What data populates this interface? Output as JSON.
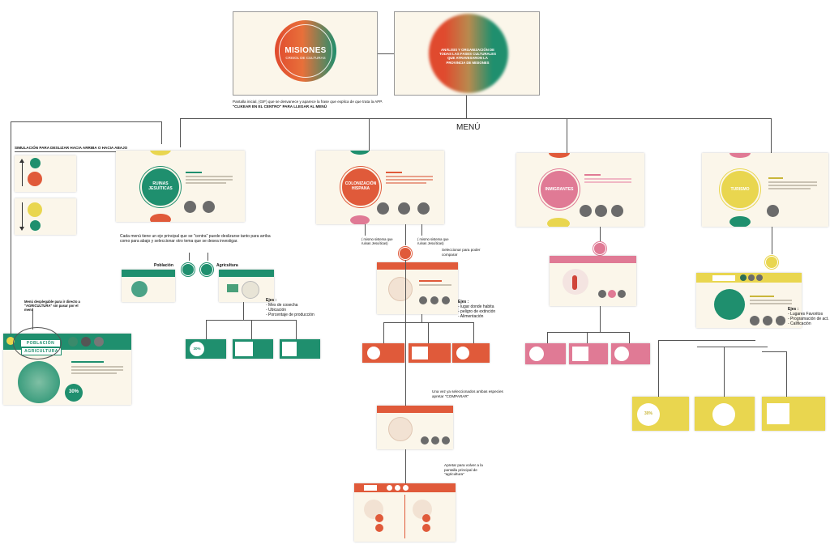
{
  "splash": {
    "title": "MISIONES",
    "subtitle": "CRISOL DE CULTURAS",
    "analysis_text": "ANÁLISIS Y ORGANIZACIÓN DE TODAS LAS FASES CULTURALES QUE ATRAVESARON LA PROVINCIA DE MISIONES",
    "caption_line1": "Pantalla inicial, (GIF) que se desvanece y aparece la frase que explica de que trata la APP.",
    "caption_line2": "\"CLIKEAR EN EL CENTRO\" PARA LLEGAR AL MENÚ"
  },
  "menu_label": "MENÚ",
  "scroll_sim_label": "SIMULACIÓN PARA DESLIZAR HACIA ARRIBA O HACIA ABAJO",
  "jesuitas": {
    "circle_label": "RUINAS JESUÍTICAS",
    "note": "Cada menú tiene un eje principal que se \"centra\" puede deslizarse tanto para arriba como para abajo y seleccionar otro tema que se desea investigar.",
    "poblacion": "Población",
    "agricultura": "Agricultura",
    "ejes_title": "Ejes :",
    "ejes": [
      "- Mes de cosecha",
      "- Ubicación",
      "- Porcentaje de producción"
    ],
    "menu_note": "Menú desplegable para ir directo a \"AGRICULTURA\" sin pasar por el menú",
    "big_tag1": "POBLACIÓN",
    "big_tag2": "AGRICULTURA",
    "big_percent": "30%",
    "small_percent": "30%"
  },
  "colonizacion": {
    "circle_label": "COLONIZACIÓN HISPANA",
    "note_left": "( mismo sistema que ruinas Jesuíticas)",
    "note_right": "( mismo sistema que ruinas Jesuíticas)",
    "select_note": "Seleccionar para poder comparar",
    "ejes_title": "Ejes :",
    "ejes": [
      "- lugar donde habita",
      "- peligro de extinción",
      "- Alimentación"
    ],
    "compare_note": "Una vez ya seleccionados ambas especies apretar \"COMPARAR\"",
    "back_note": "Apretar para volver a la pantalla principal de \"agricultura\""
  },
  "inmigrantes": {
    "circle_label": "INMIGRANTES"
  },
  "turismo": {
    "circle_label": "TURISMO",
    "ejes_title": "Ejes :",
    "ejes": [
      "- Lugares Favoritos",
      "- Programación de act.",
      "- Calificación"
    ],
    "percent": "30%"
  },
  "colors": {
    "green": "#1f8f6e",
    "red": "#e05a3a",
    "pink": "#e07a95",
    "yellow": "#e9d64f",
    "cream": "#fbf6ea"
  }
}
